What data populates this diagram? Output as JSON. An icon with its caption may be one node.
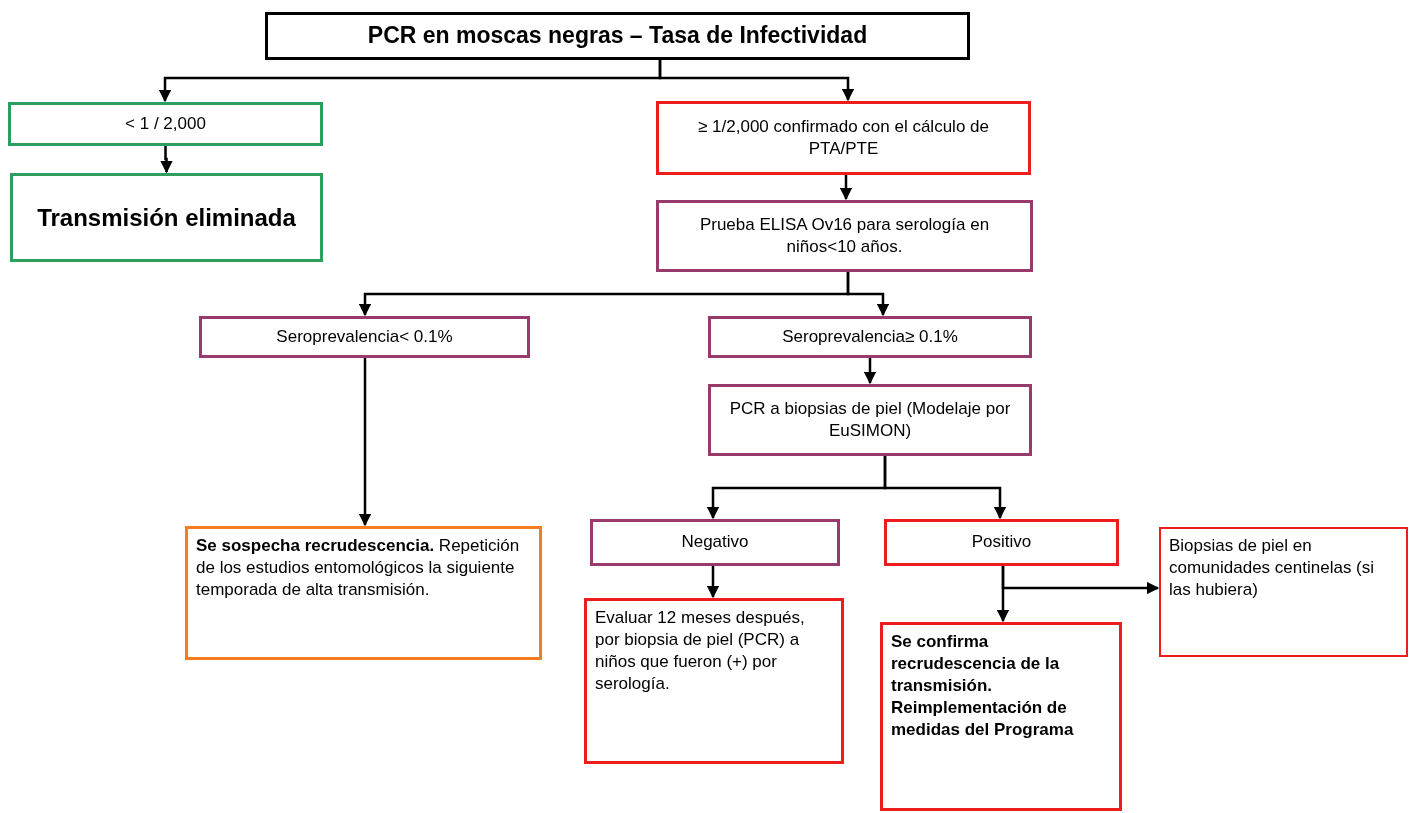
{
  "diagram": {
    "nodes": [
      {
        "text": [
          "PCR en moscas negras – Tasa de Infectividad"
        ]
      },
      {
        "text": [
          "< 1 / 2,000"
        ]
      },
      {
        "text": [
          "Transmisión eliminada"
        ]
      },
      {
        "text": [
          "≥ 1/2,000 confirmado con el cálculo de PTA/PTE"
        ]
      },
      {
        "text": [
          "Prueba ELISA Ov16 para serología en niños<10 años."
        ]
      },
      {
        "text": [
          "Seroprevalencia< 0.1%"
        ]
      },
      {
        "text": [
          "Seroprevalencia≥ 0.1%"
        ]
      },
      {
        "text": [
          "PCR a biopsias de piel (Modelaje por EuSIMON)"
        ]
      },
      {
        "text": [
          "**Se sospecha recrudescencia.** Repetición de los estudios entomológicos la siguiente temporada de alta transmisión."
        ]
      },
      {
        "text": [
          "Negativo"
        ]
      },
      {
        "text": [
          "Positivo"
        ]
      },
      {
        "text": [
          "Biopsias de piel en comunidades centinelas (si las hubiera)"
        ]
      },
      {
        "text": [
          "Evaluar 12 meses después, por biopsia de piel (PCR) a niños que fueron (+) por serología."
        ]
      },
      {
        "text": [
          "Se confirma recrudescencia de la transmisión. Reimplementación de medidas del Programa"
        ]
      }
    ],
    "edges": [
      {
        "from": 0,
        "to": 1,
        "arrow": "to"
      },
      {
        "from": 0,
        "to": 3,
        "arrow": "to"
      },
      {
        "from": 1,
        "to": 2,
        "arrow": "to"
      },
      {
        "from": 3,
        "to": 4,
        "arrow": "to"
      },
      {
        "from": 4,
        "to": 5,
        "arrow": "to"
      },
      {
        "from": 4,
        "to": 6,
        "arrow": "to"
      },
      {
        "from": 5,
        "to": 8,
        "arrow": "to"
      },
      {
        "from": 6,
        "to": 7,
        "arrow": "to"
      },
      {
        "from": 7,
        "to": 9,
        "arrow": "to"
      },
      {
        "from": 7,
        "to": 10,
        "arrow": "to"
      },
      {
        "from": 9,
        "to": 12,
        "arrow": "to"
      },
      {
        "from": 10,
        "to": 13,
        "arrow": "to"
      },
      {
        "from": 10,
        "to": 11,
        "arrow": "to"
      }
    ]
  }
}
